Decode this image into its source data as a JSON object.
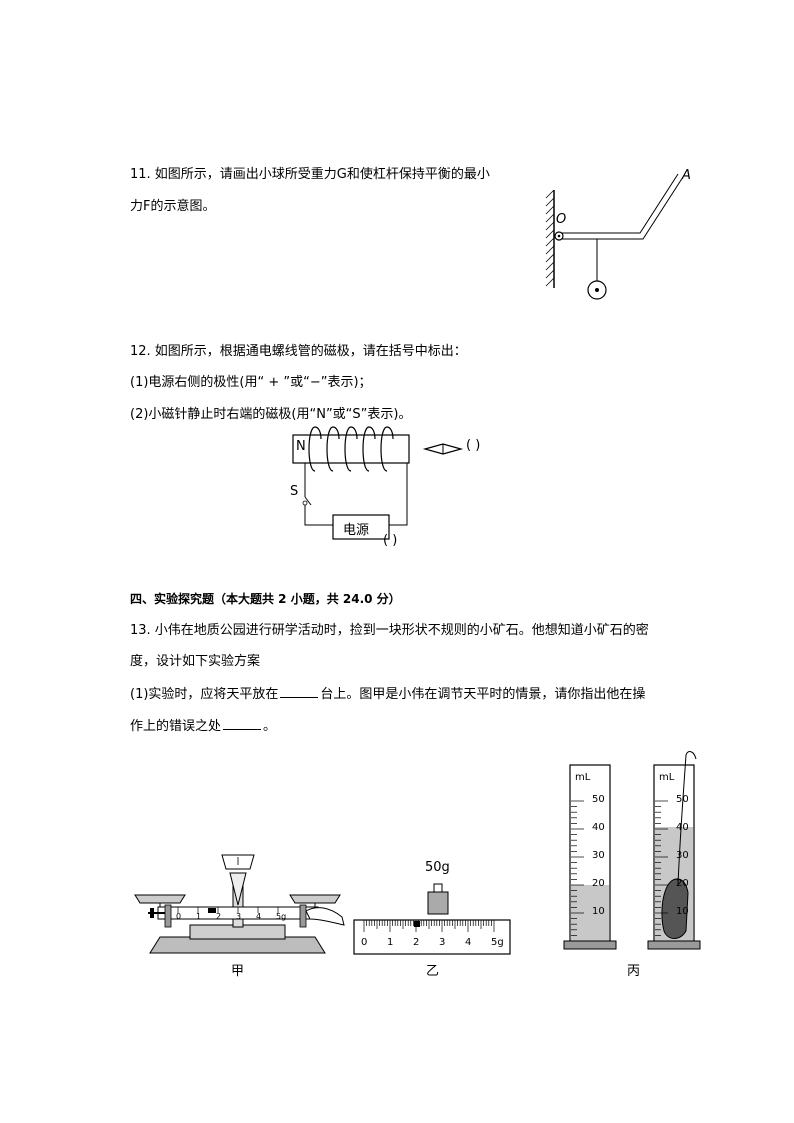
{
  "q11": {
    "line1": "11.   如图所示，请画出小球所受重力G和使杠杆保持平衡的最小",
    "line2": "力F的示意图。",
    "label_O": "O",
    "label_A": "A"
  },
  "q12": {
    "intro": "12.   如图所示，根据通电螺线管的磁极，请在括号中标出：",
    "item1": "(1)电源右侧的极性(用“ + ”或“−”表示)；",
    "item2": "(2)小磁针静止时右端的磁极(用“N”或“S”表示)。",
    "label_N": "N",
    "label_S": "S",
    "power_label": "电源",
    "bracket_right": "(     )",
    "bracket_bottom": "(     )"
  },
  "section4": {
    "heading": "四、实验探究题（本大题共 2 小题，共 24.0 分）"
  },
  "q13": {
    "line1": "13.   小伟在地质公园进行研学活动时，捡到一块形状不规则的小矿石。他想知道小矿石的密",
    "line2": "度，设计如下实验方案",
    "line3_a": "(1)实验时，应将天平放在",
    "line3_b": "台上。图甲是小伟在调节天平时的情景，请你指出他在操",
    "line4_a": "作上的错误之处",
    "line4_b": "。",
    "caption_jia": "甲",
    "caption_yi": "乙",
    "caption_bing": "丙",
    "weight_label": "50g",
    "ruler_ticks": [
      "0",
      "1",
      "2",
      "3",
      "4",
      "5g"
    ],
    "cyl_unit": "mL",
    "cyl_ticks": [
      "50",
      "40",
      "30",
      "20",
      "10"
    ]
  }
}
